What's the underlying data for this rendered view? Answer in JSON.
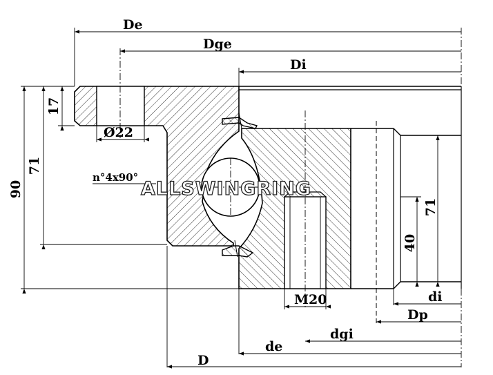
{
  "watermark": "ALLSWINGRING",
  "labels": {
    "De": "De",
    "Dge": "Dge",
    "Di": "Di",
    "h17": "17",
    "d22": "Ø22",
    "h90": "90",
    "h71_left": "71",
    "holes": "n°4x90°",
    "h71_right": "71",
    "h40": "40",
    "M20": "M20",
    "di": "di",
    "Dp": "Dp",
    "dgi": "dgi",
    "de": "de",
    "D": "D"
  }
}
